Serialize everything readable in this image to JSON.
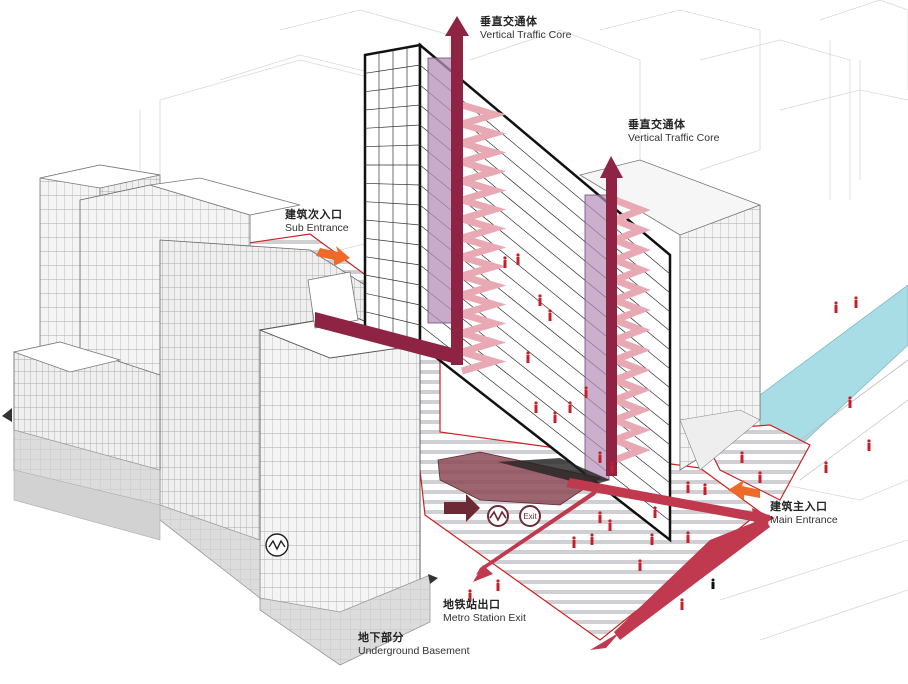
{
  "labels": {
    "core_top": {
      "zh": "垂直交通体",
      "en": "Vertical Traffic Core"
    },
    "core_mid": {
      "zh": "垂直交通体",
      "en": "Vertical Traffic Core"
    },
    "sub_entrance": {
      "zh": "建筑次入口",
      "en": "Sub Entrance"
    },
    "main_entrance": {
      "zh": "建筑主入口",
      "en": "Main Entrance"
    },
    "metro_exit": {
      "zh": "地铁站出口",
      "en": "Metro Station Exit"
    },
    "basement": {
      "zh": "地下部分",
      "en": "Underground Basement"
    }
  },
  "exit_sign": "Exit",
  "colors": {
    "core_arrow": "#8e2343",
    "flow_arrow": "#c0394e",
    "entrance_arrow": "#ef6a2a",
    "stair": "#e8a9b4",
    "core_shaft": "#b58fb8",
    "water": "#a9dde6",
    "people": "#c8202a",
    "site_outline": "#c22"
  }
}
